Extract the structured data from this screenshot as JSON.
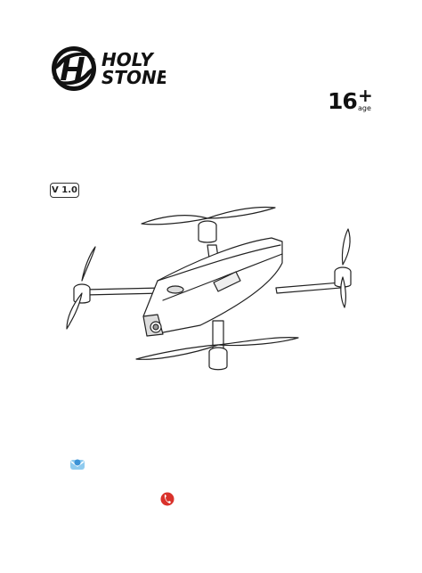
{
  "brand": {
    "line1": "HOLY",
    "line2": "STONE",
    "logo_icon": "holy-stone-h-emblem"
  },
  "age_rating": {
    "number": "16",
    "plus": "+",
    "word": "age"
  },
  "version_badge": "V 1.0",
  "illustration": {
    "icon": "quadcopter-drone-line-art"
  },
  "contact_icons": [
    {
      "icon": "email-icon",
      "color": "#4aa3df"
    },
    {
      "icon": "phone-icon",
      "color": "#d9322b"
    }
  ]
}
